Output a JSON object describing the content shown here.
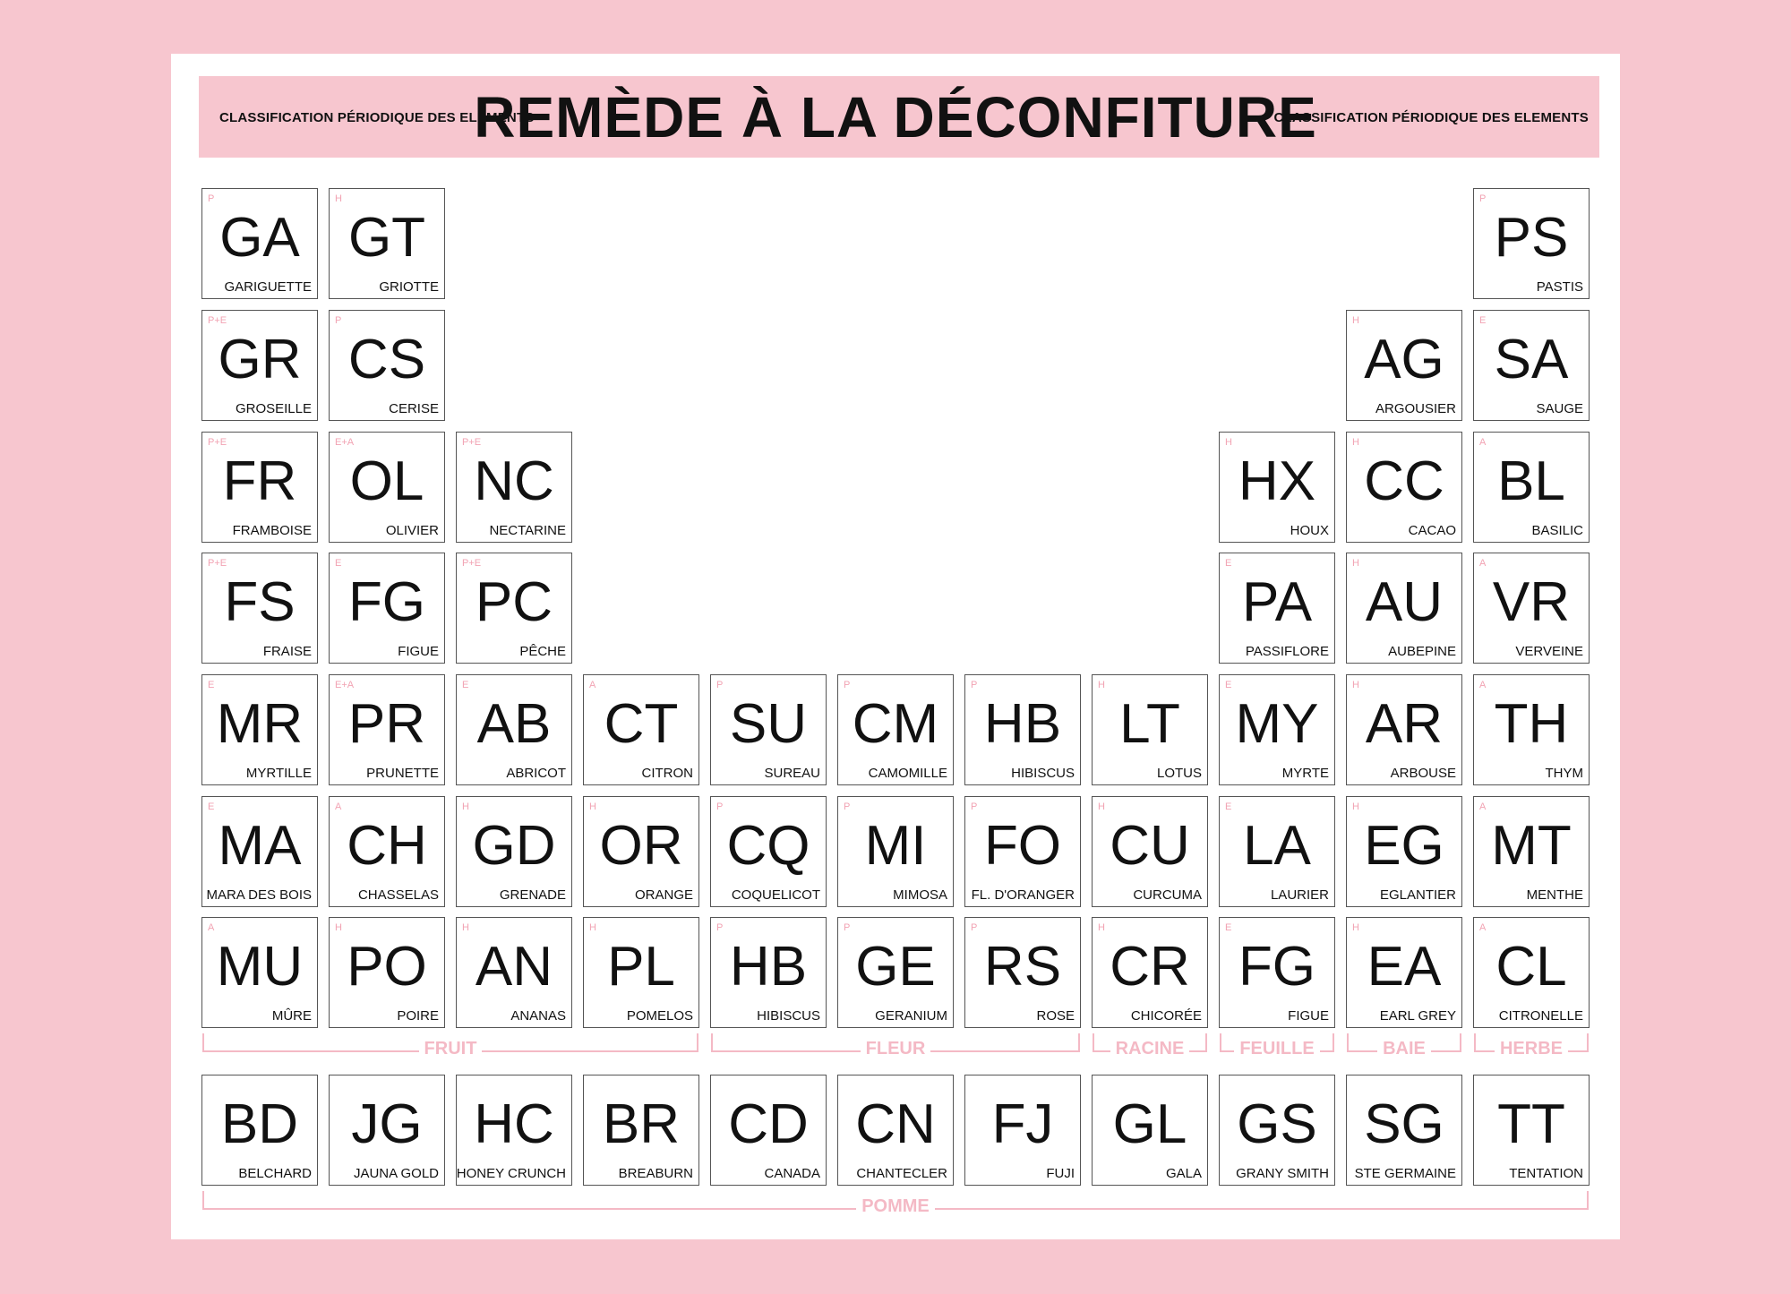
{
  "header": {
    "title": "REMÈDE À LA DÉCONFITURE",
    "subtitle_left": "CLASSIFICATION PÉRIODIQUE DES ELEMENTS",
    "subtitle_right": "CLASSIFICATION PÉRIODIQUE DES ELEMENTS"
  },
  "colors": {
    "background": "#f7c6cf",
    "accent": "#f4b9c5",
    "text": "#111111"
  },
  "elements": [
    {
      "row": 1,
      "col": 1,
      "tag": "P",
      "symbol": "GA",
      "name": "GARIGUETTE"
    },
    {
      "row": 1,
      "col": 2,
      "tag": "H",
      "symbol": "GT",
      "name": "GRIOTTE"
    },
    {
      "row": 1,
      "col": 11,
      "tag": "P",
      "symbol": "PS",
      "name": "PASTIS"
    },
    {
      "row": 2,
      "col": 1,
      "tag": "P+E",
      "symbol": "GR",
      "name": "GROSEILLE"
    },
    {
      "row": 2,
      "col": 2,
      "tag": "P",
      "symbol": "CS",
      "name": "CERISE"
    },
    {
      "row": 2,
      "col": 10,
      "tag": "H",
      "symbol": "AG",
      "name": "ARGOUSIER"
    },
    {
      "row": 2,
      "col": 11,
      "tag": "E",
      "symbol": "SA",
      "name": "SAUGE"
    },
    {
      "row": 3,
      "col": 1,
      "tag": "P+E",
      "symbol": "FR",
      "name": "FRAMBOISE"
    },
    {
      "row": 3,
      "col": 2,
      "tag": "E+A",
      "symbol": "OL",
      "name": "OLIVIER"
    },
    {
      "row": 3,
      "col": 3,
      "tag": "P+E",
      "symbol": "NC",
      "name": "NECTARINE"
    },
    {
      "row": 3,
      "col": 9,
      "tag": "H",
      "symbol": "HX",
      "name": "HOUX"
    },
    {
      "row": 3,
      "col": 10,
      "tag": "H",
      "symbol": "CC",
      "name": "CACAO"
    },
    {
      "row": 3,
      "col": 11,
      "tag": "A",
      "symbol": "BL",
      "name": "BASILIC"
    },
    {
      "row": 4,
      "col": 1,
      "tag": "P+E",
      "symbol": "FS",
      "name": "FRAISE"
    },
    {
      "row": 4,
      "col": 2,
      "tag": "E",
      "symbol": "FG",
      "name": "FIGUE"
    },
    {
      "row": 4,
      "col": 3,
      "tag": "P+E",
      "symbol": "PC",
      "name": "PÊCHE"
    },
    {
      "row": 4,
      "col": 9,
      "tag": "E",
      "symbol": "PA",
      "name": "PASSIFLORE"
    },
    {
      "row": 4,
      "col": 10,
      "tag": "H",
      "symbol": "AU",
      "name": "AUBEPINE"
    },
    {
      "row": 4,
      "col": 11,
      "tag": "A",
      "symbol": "VR",
      "name": "VERVEINE"
    },
    {
      "row": 5,
      "col": 1,
      "tag": "E",
      "symbol": "MR",
      "name": "MYRTILLE"
    },
    {
      "row": 5,
      "col": 2,
      "tag": "E+A",
      "symbol": "PR",
      "name": "PRUNETTE"
    },
    {
      "row": 5,
      "col": 3,
      "tag": "E",
      "symbol": "AB",
      "name": "ABRICOT"
    },
    {
      "row": 5,
      "col": 4,
      "tag": "A",
      "symbol": "CT",
      "name": "CITRON"
    },
    {
      "row": 5,
      "col": 5,
      "tag": "P",
      "symbol": "SU",
      "name": "SUREAU"
    },
    {
      "row": 5,
      "col": 6,
      "tag": "P",
      "symbol": "CM",
      "name": "CAMOMILLE"
    },
    {
      "row": 5,
      "col": 7,
      "tag": "P",
      "symbol": "HB",
      "name": "HIBISCUS"
    },
    {
      "row": 5,
      "col": 8,
      "tag": "H",
      "symbol": "LT",
      "name": "LOTUS"
    },
    {
      "row": 5,
      "col": 9,
      "tag": "E",
      "symbol": "MY",
      "name": "MYRTE"
    },
    {
      "row": 5,
      "col": 10,
      "tag": "H",
      "symbol": "AR",
      "name": "ARBOUSE"
    },
    {
      "row": 5,
      "col": 11,
      "tag": "A",
      "symbol": "TH",
      "name": "THYM"
    },
    {
      "row": 6,
      "col": 1,
      "tag": "E",
      "symbol": "MA",
      "name": "MARA DES BOIS"
    },
    {
      "row": 6,
      "col": 2,
      "tag": "A",
      "symbol": "CH",
      "name": "CHASSELAS"
    },
    {
      "row": 6,
      "col": 3,
      "tag": "H",
      "symbol": "GD",
      "name": "GRENADE"
    },
    {
      "row": 6,
      "col": 4,
      "tag": "H",
      "symbol": "OR",
      "name": "ORANGE"
    },
    {
      "row": 6,
      "col": 5,
      "tag": "P",
      "symbol": "CQ",
      "name": "COQUELICOT"
    },
    {
      "row": 6,
      "col": 6,
      "tag": "P",
      "symbol": "MI",
      "name": "MIMOSA"
    },
    {
      "row": 6,
      "col": 7,
      "tag": "P",
      "symbol": "FO",
      "name": "FL. D'ORANGER"
    },
    {
      "row": 6,
      "col": 8,
      "tag": "H",
      "symbol": "CU",
      "name": "CURCUMA"
    },
    {
      "row": 6,
      "col": 9,
      "tag": "E",
      "symbol": "LA",
      "name": "LAURIER"
    },
    {
      "row": 6,
      "col": 10,
      "tag": "H",
      "symbol": "EG",
      "name": "EGLANTIER"
    },
    {
      "row": 6,
      "col": 11,
      "tag": "A",
      "symbol": "MT",
      "name": "MENTHE"
    },
    {
      "row": 7,
      "col": 1,
      "tag": "A",
      "symbol": "MU",
      "name": "MÛRE"
    },
    {
      "row": 7,
      "col": 2,
      "tag": "H",
      "symbol": "PO",
      "name": "POIRE"
    },
    {
      "row": 7,
      "col": 3,
      "tag": "H",
      "symbol": "AN",
      "name": "ANANAS"
    },
    {
      "row": 7,
      "col": 4,
      "tag": "H",
      "symbol": "PL",
      "name": "POMELOS"
    },
    {
      "row": 7,
      "col": 5,
      "tag": "P",
      "symbol": "HB",
      "name": "HIBISCUS"
    },
    {
      "row": 7,
      "col": 6,
      "tag": "P",
      "symbol": "GE",
      "name": "GERANIUM"
    },
    {
      "row": 7,
      "col": 7,
      "tag": "P",
      "symbol": "RS",
      "name": "ROSE"
    },
    {
      "row": 7,
      "col": 8,
      "tag": "H",
      "symbol": "CR",
      "name": "CHICORÉE"
    },
    {
      "row": 7,
      "col": 9,
      "tag": "E",
      "symbol": "FG",
      "name": "FIGUE"
    },
    {
      "row": 7,
      "col": 10,
      "tag": "H",
      "symbol": "EA",
      "name": "EARL GREY"
    },
    {
      "row": 7,
      "col": 11,
      "tag": "A",
      "symbol": "CL",
      "name": "CITRONELLE"
    },
    {
      "row": 8,
      "col": 1,
      "tag": "",
      "symbol": "BD",
      "name": "BELCHARD"
    },
    {
      "row": 8,
      "col": 2,
      "tag": "",
      "symbol": "JG",
      "name": "JAUNA GOLD"
    },
    {
      "row": 8,
      "col": 3,
      "tag": "",
      "symbol": "HC",
      "name": "HONEY CRUNCH"
    },
    {
      "row": 8,
      "col": 4,
      "tag": "",
      "symbol": "BR",
      "name": "BREABURN"
    },
    {
      "row": 8,
      "col": 5,
      "tag": "",
      "symbol": "CD",
      "name": "CANADA"
    },
    {
      "row": 8,
      "col": 6,
      "tag": "",
      "symbol": "CN",
      "name": "CHANTECLER"
    },
    {
      "row": 8,
      "col": 7,
      "tag": "",
      "symbol": "FJ",
      "name": "FUJI"
    },
    {
      "row": 8,
      "col": 8,
      "tag": "",
      "symbol": "GL",
      "name": "GALA"
    },
    {
      "row": 8,
      "col": 9,
      "tag": "",
      "symbol": "GS",
      "name": "GRANY SMITH"
    },
    {
      "row": 8,
      "col": 10,
      "tag": "",
      "symbol": "SG",
      "name": "STE GERMAINE"
    },
    {
      "row": 8,
      "col": 11,
      "tag": "",
      "symbol": "TT",
      "name": "TENTATION"
    }
  ],
  "categories": [
    {
      "label": "FRUIT",
      "from": 1,
      "to": 4,
      "row": 7
    },
    {
      "label": "FLEUR",
      "from": 5,
      "to": 7,
      "row": 7
    },
    {
      "label": "RACINE",
      "from": 8,
      "to": 8,
      "row": 7
    },
    {
      "label": "FEUILLE",
      "from": 9,
      "to": 9,
      "row": 7
    },
    {
      "label": "BAIE",
      "from": 10,
      "to": 10,
      "row": 7
    },
    {
      "label": "HERBE",
      "from": 11,
      "to": 11,
      "row": 7
    },
    {
      "label": "POMME",
      "from": 1,
      "to": 11,
      "row": 8
    }
  ]
}
